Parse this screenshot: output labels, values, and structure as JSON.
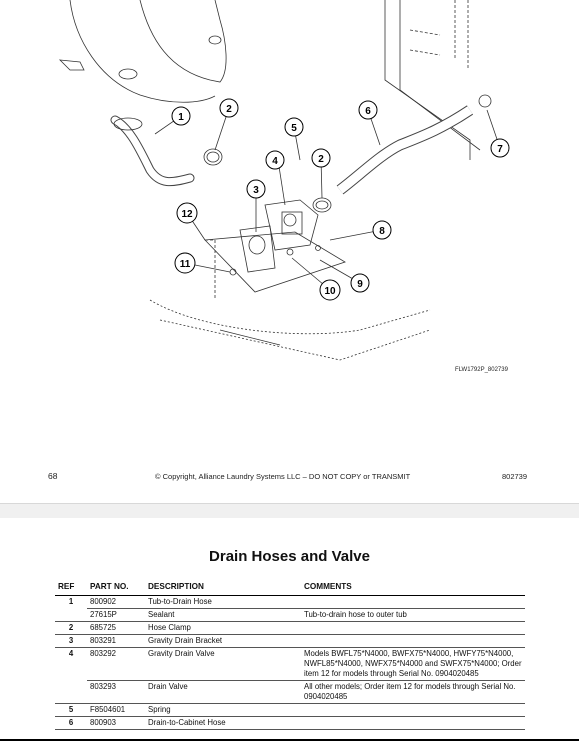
{
  "figure": {
    "callouts": [
      "1",
      "2",
      "3",
      "4",
      "5",
      "2",
      "6",
      "7",
      "8",
      "9",
      "10",
      "11",
      "12"
    ],
    "figure_ref": "FLW1792P_802739"
  },
  "footer": {
    "page_number": "68",
    "copyright": "© Copyright, Alliance Laundry Systems LLC – DO NOT COPY or TRANSMIT",
    "doc_number": "802739"
  },
  "page2": {
    "title": "Drain Hoses and Valve",
    "columns": [
      "REF",
      "PART NO.",
      "DESCRIPTION",
      "COMMENTS"
    ],
    "rows": [
      {
        "ref": "1",
        "part": "800902",
        "desc": "Tub-to-Drain Hose",
        "comment": ""
      },
      {
        "ref": "",
        "part": "27615P",
        "desc": "Sealant",
        "comment": "Tub-to-drain hose to outer tub"
      },
      {
        "ref": "2",
        "part": "685725",
        "desc": "Hose Clamp",
        "comment": ""
      },
      {
        "ref": "3",
        "part": "803291",
        "desc": "Gravity Drain Bracket",
        "comment": ""
      },
      {
        "ref": "4",
        "part": "803292",
        "desc": "Gravity Drain Valve",
        "comment": "Models BWFL75*N4000, BWFX75*N4000, HWFY75*N4000, NWFL85*N4000, NWFX75*N4000 and SWFX75*N4000; Order item 12 for models through Serial No. 0904020485"
      },
      {
        "ref": "",
        "part": "803293",
        "desc": "Drain Valve",
        "comment": "All other models; Order item 12 for models through Serial No. 0904020485"
      },
      {
        "ref": "5",
        "part": "F8504601",
        "desc": "Spring",
        "comment": ""
      },
      {
        "ref": "6",
        "part": "800903",
        "desc": "Drain-to-Cabinet Hose",
        "comment": ""
      }
    ]
  }
}
